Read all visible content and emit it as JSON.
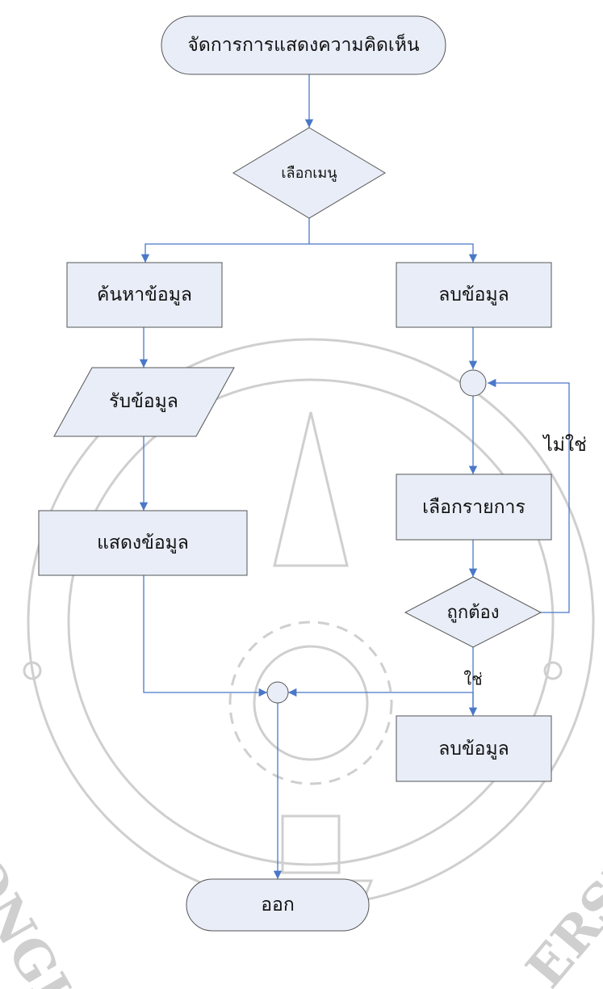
{
  "flowchart": {
    "start_label": "จัดการการแสดงความคิดเห็น",
    "menu_decision_label": "เลือกเมนู",
    "search_label": "ค้นหาข้อมูล",
    "delete_label": "ลบข้อมูล",
    "input_label": "รับข้อมูล",
    "display_label": "แสดงข้อมูล",
    "select_item_label": "เลือกรายการ",
    "check_decision_label": "ถูกต้อง",
    "no_label": "ไม่ใช่",
    "yes_label": "ใช่",
    "delete_action_label": "ลบข้อมูล",
    "end_label": "ออก"
  },
  "watermark": {
    "text_left": "SONGK",
    "text_right": "ERSITY"
  },
  "colors": {
    "shape_fill": "#e8edf7",
    "flow_line": "#4a78c8",
    "watermark": "#cfcfcf"
  }
}
